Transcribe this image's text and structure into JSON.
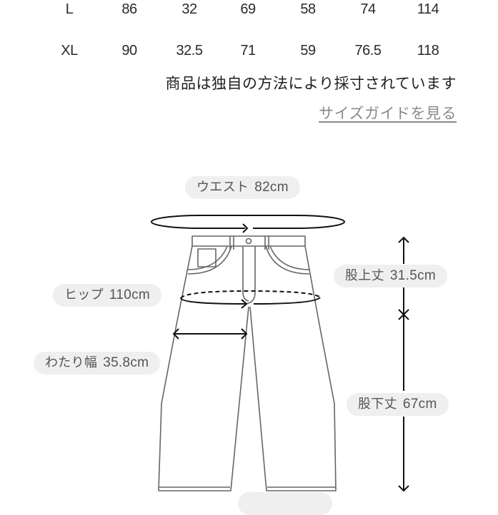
{
  "size_table": {
    "rows": [
      {
        "size": "L",
        "values": [
          "86",
          "32",
          "69",
          "58",
          "74",
          "114"
        ]
      },
      {
        "size": "XL",
        "values": [
          "90",
          "32.5",
          "71",
          "59",
          "76.5",
          "118"
        ]
      }
    ]
  },
  "note": "商品は独自の方法により採寸されています",
  "size_guide_link": "サイズガイドを見る",
  "diagram": {
    "labels": {
      "waist": {
        "name": "ウエスト",
        "value": "82cm"
      },
      "hip": {
        "name": "ヒップ",
        "value": "110cm"
      },
      "thigh": {
        "name": "わたり幅",
        "value": "35.8cm"
      },
      "rise": {
        "name": "股上丈",
        "value": "31.5cm"
      },
      "inseam": {
        "name": "股下丈",
        "value": "67cm"
      }
    }
  },
  "colors": {
    "pill_bg": "#efefef",
    "link": "#8a8a8a",
    "line": "#666666"
  }
}
